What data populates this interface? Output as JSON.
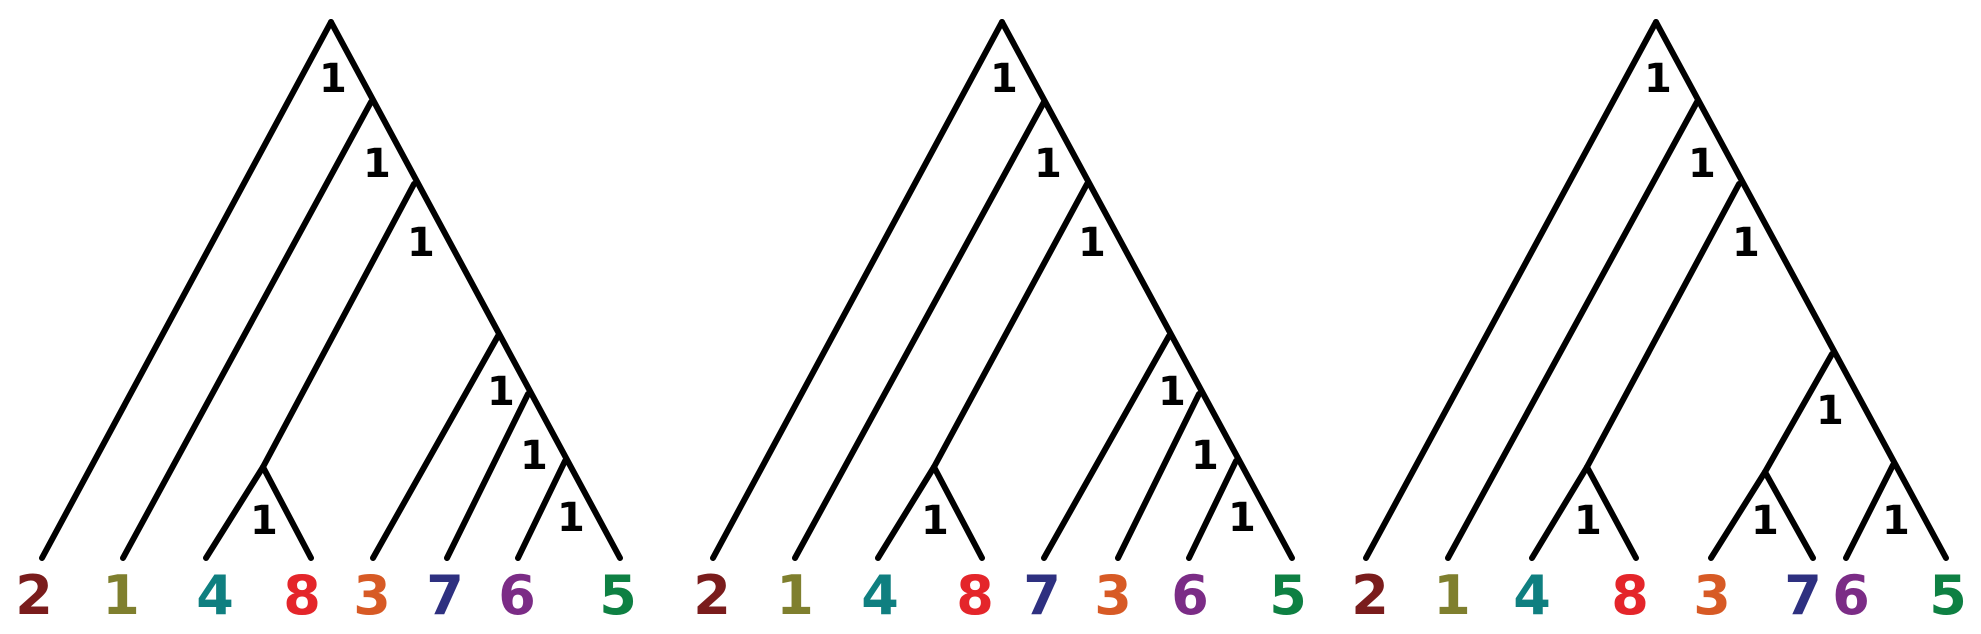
{
  "trees": [
    {
      "leaves": [
        {
          "label": "2",
          "color": "#7a1c1c"
        },
        {
          "label": "1",
          "color": "#7f7f2e"
        },
        {
          "label": "4",
          "color": "#0f7f80"
        },
        {
          "label": "8",
          "color": "#e4252a"
        },
        {
          "label": "3",
          "color": "#d75a25"
        },
        {
          "label": "7",
          "color": "#2e3080"
        },
        {
          "label": "6",
          "color": "#7b2c86"
        },
        {
          "label": "5",
          "color": "#0e8043"
        }
      ],
      "newick": "(2,(1,((4,8),(3,(7,(6,5))))))",
      "supports": [
        "1",
        "1",
        "1",
        "1",
        "1",
        "1",
        "1"
      ]
    },
    {
      "leaves": [
        {
          "label": "2",
          "color": "#7a1c1c"
        },
        {
          "label": "1",
          "color": "#7f7f2e"
        },
        {
          "label": "4",
          "color": "#0f7f80"
        },
        {
          "label": "8",
          "color": "#e4252a"
        },
        {
          "label": "7",
          "color": "#2e3080"
        },
        {
          "label": "3",
          "color": "#d75a25"
        },
        {
          "label": "6",
          "color": "#7b2c86"
        },
        {
          "label": "5",
          "color": "#0e8043"
        }
      ],
      "newick": "(2,(1,((4,8),(7,(3,(6,5))))))",
      "supports": [
        "1",
        "1",
        "1",
        "1",
        "1",
        "1",
        "1"
      ]
    },
    {
      "leaves": [
        {
          "label": "2",
          "color": "#7a1c1c"
        },
        {
          "label": "1",
          "color": "#7f7f2e"
        },
        {
          "label": "4",
          "color": "#0f7f80"
        },
        {
          "label": "8",
          "color": "#e4252a"
        },
        {
          "label": "3",
          "color": "#d75a25"
        },
        {
          "label": "7",
          "color": "#2e3080"
        },
        {
          "label": "6",
          "color": "#7b2c86"
        },
        {
          "label": "5",
          "color": "#0e8043"
        }
      ],
      "newick": "(2,(1,((4,8),((3,7),(6,5)))))",
      "supports": [
        "1",
        "1",
        "1",
        "1",
        "1",
        "1",
        "1"
      ]
    }
  ]
}
